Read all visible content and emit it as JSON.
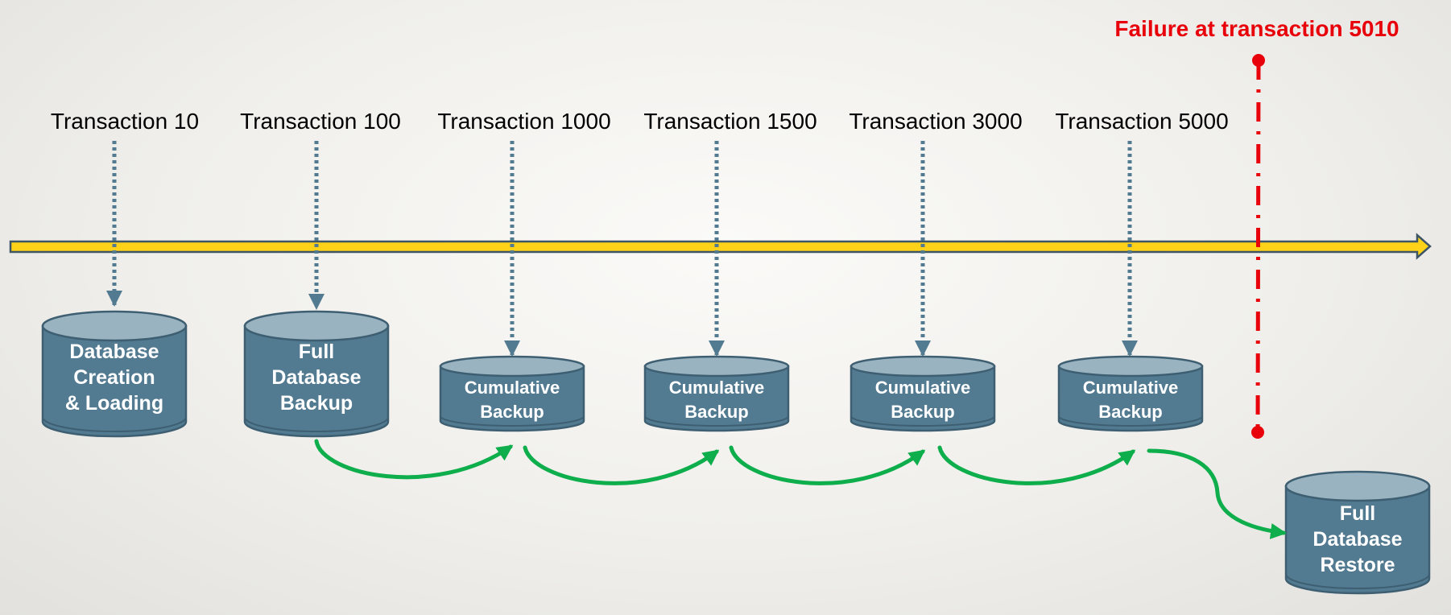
{
  "failure": {
    "label": "Failure at transaction 5010"
  },
  "transactions": [
    {
      "label": "Transaction 10"
    },
    {
      "label": "Transaction 100"
    },
    {
      "label": "Transaction 1000"
    },
    {
      "label": "Transaction 1500"
    },
    {
      "label": "Transaction 3000"
    },
    {
      "label": "Transaction 5000"
    }
  ],
  "storage": [
    {
      "lines": [
        "Database",
        "Creation",
        "& Loading"
      ]
    },
    {
      "lines": [
        "Full",
        "Database",
        "Backup"
      ]
    },
    {
      "lines": [
        "Cumulative",
        "Backup"
      ]
    },
    {
      "lines": [
        "Cumulative",
        "Backup"
      ]
    },
    {
      "lines": [
        "Cumulative",
        "Backup"
      ]
    },
    {
      "lines": [
        "Cumulative",
        "Backup"
      ]
    }
  ],
  "restore": {
    "lines": [
      "Full",
      "Database",
      "Restore"
    ]
  },
  "colors": {
    "timeline_fill": "#ffd21a",
    "timeline_stroke": "#3e5566",
    "cylinder_body": "#527a91",
    "cylinder_top": "#9ab3c1",
    "cylinder_edge": "#3e5f72",
    "dotted_arrow": "#527a91",
    "failure": "#e8000b",
    "flow_arrow": "#0dae4b"
  }
}
